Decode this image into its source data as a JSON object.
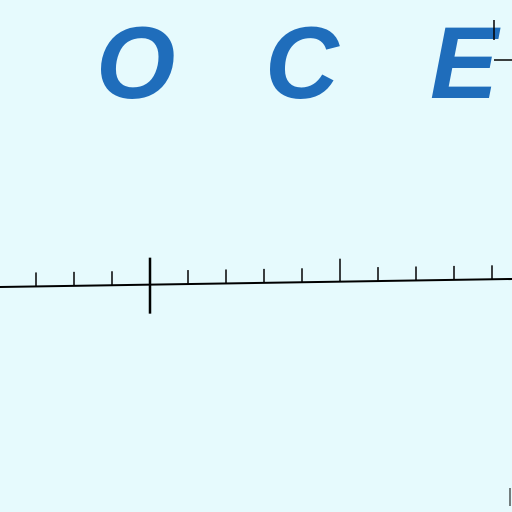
{
  "letters": [
    "O",
    "C",
    "E"
  ],
  "colors": {
    "background": "#e6fafd",
    "letters": "#1f6dbb",
    "lines": "#000000"
  }
}
